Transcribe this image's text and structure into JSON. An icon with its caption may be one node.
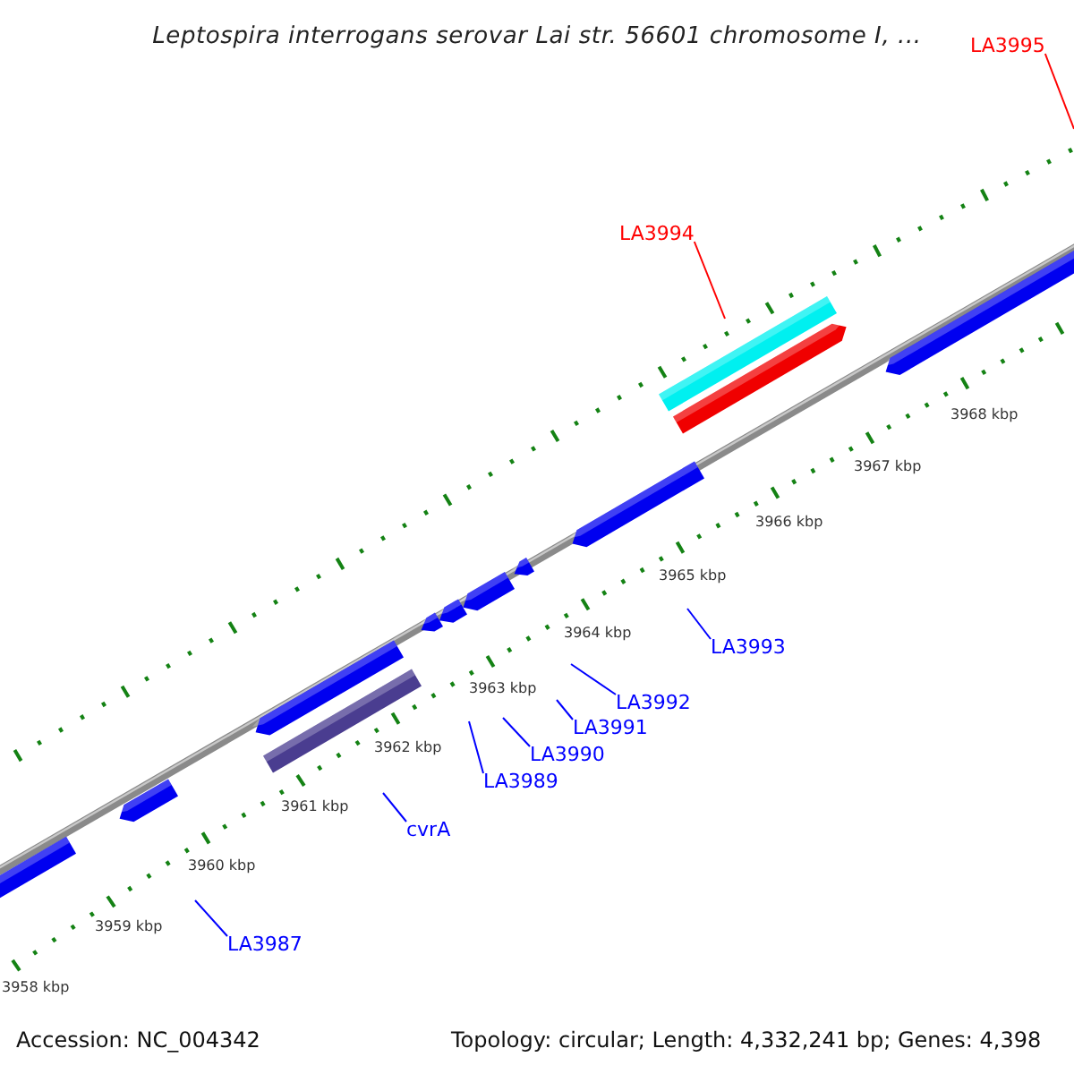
{
  "diagram": {
    "title": "Leptospira interrogans serovar Lai str. 56601 chromosome I, ...",
    "nodes": [
      {
        "text": [
          "LA3995"
        ]
      },
      {
        "text": [
          "LA3994"
        ]
      },
      {
        "text": [
          "LA3993"
        ]
      },
      {
        "text": [
          "LA3992"
        ]
      },
      {
        "text": [
          "LA3991"
        ]
      },
      {
        "text": [
          "LA3990"
        ]
      },
      {
        "text": [
          "LA3989"
        ]
      },
      {
        "text": [
          "cvrA"
        ]
      },
      {
        "text": [
          "LA3987"
        ]
      }
    ],
    "edges": [
      {
        "from": 0,
        "to": null,
        "arrow": "none",
        "color": "#ff0000"
      },
      {
        "from": 1,
        "to": null,
        "arrow": "none",
        "color": "#ff0000"
      },
      {
        "from": 2,
        "to": null,
        "arrow": "none"
      },
      {
        "from": 3,
        "to": null,
        "arrow": "none"
      },
      {
        "from": 4,
        "to": null,
        "arrow": "none"
      },
      {
        "from": 5,
        "to": null,
        "arrow": "none"
      },
      {
        "from": 6,
        "to": null,
        "arrow": "none"
      },
      {
        "from": 7,
        "to": null,
        "arrow": "none"
      },
      {
        "from": 8,
        "to": null,
        "arrow": "none"
      }
    ],
    "labels": [
      "3968 kbp",
      "3967 kbp",
      "3966 kbp",
      "3965 kbp",
      "3964 kbp",
      "3963 kbp",
      "3962 kbp",
      "3961 kbp",
      "3960 kbp",
      "3959 kbp",
      "3958 kbp",
      "Accession: NC_004342",
      "Topology: circular; Length: 4,332,241 bp; Genes: 4,398"
    ]
  }
}
